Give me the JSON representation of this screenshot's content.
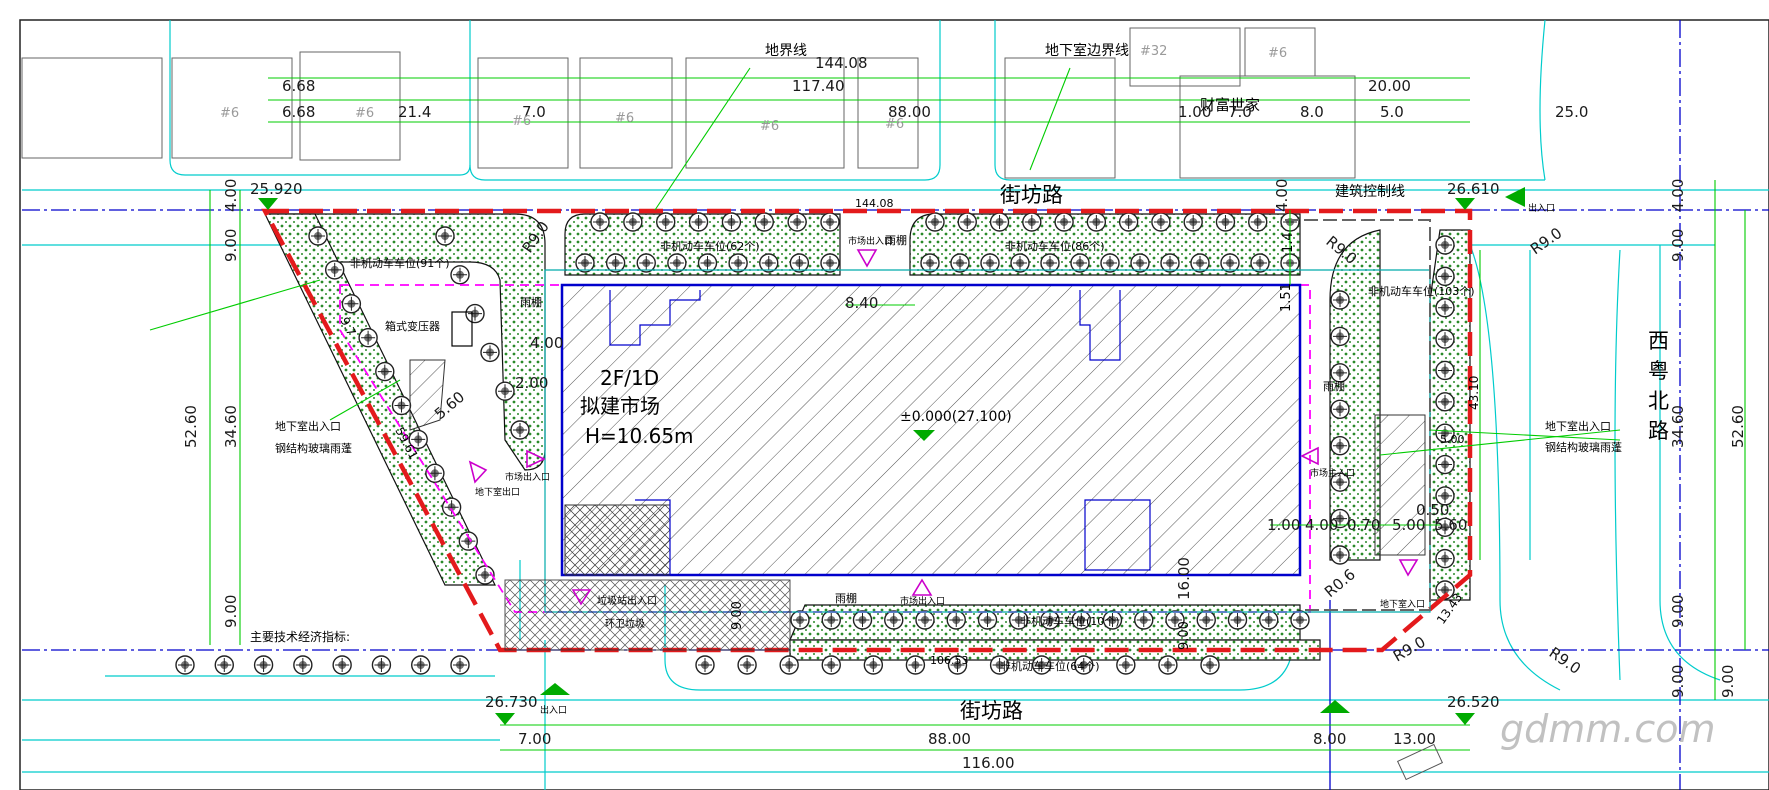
{
  "colors": {
    "site_boundary": "#e31a1c",
    "dimension": "#00cc00",
    "building_outline": "#0000cc",
    "control_line": "#ff00ff",
    "road_edge": "#00cccc",
    "elevation_marker": "#00aa00",
    "entrance_marker": "#cc00cc"
  },
  "roads": {
    "north": "街坊路",
    "south": "街坊路",
    "east": [
      "西",
      "粤",
      "北",
      "路"
    ]
  },
  "building": {
    "floors": "2F/1D",
    "name": "拟建市场",
    "height": "H=10.65m",
    "datum": "±0.000(27.100)"
  },
  "neighbor": "财富世家",
  "callouts": {
    "site_line": "地界线",
    "basement_line": "地下室边界线",
    "setback_line": "建筑控制线",
    "indicators": "主要技术经济指标:"
  },
  "parking": {
    "north_left": "非机动车车位(62个)",
    "north_right": "非机动车车位(86个)",
    "west": "非机动车车位(91个)",
    "east": "非机动车车位(103个)",
    "south_inner": "非机动车车位(10个)",
    "south_outer": "非机动车车位(64个)"
  },
  "labels": {
    "canopy_n": "雨棚",
    "canopy_w": "雨棚",
    "canopy_e": "雨棚",
    "canopy_s": "雨棚",
    "entry_n": "市场出入口",
    "entry_s": "市场出入口",
    "entry_w": "市场出入口",
    "entry_e": "市场主入口",
    "waste_entry": "垃圾站出入口",
    "waste_station": "环卫垃圾",
    "transformer": "箱式变压器",
    "basement_w": "地下室出入口",
    "canopy_glass_w": "钢结构玻璃雨蓬",
    "basement_e": "地下室出入口",
    "canopy_glass_e": "钢结构玻璃雨蓬",
    "basement_ramp_w": "地下室出口",
    "basement_ramp_e": "地下室入口",
    "gate_ne": "出入口",
    "gate_s": "出入口"
  },
  "elevations": {
    "nw": "25.920",
    "ne": "26.610",
    "sw": "26.730",
    "se": "26.520"
  },
  "dims": {
    "top_total": "144.08",
    "top_mid": "117.40",
    "top_span": "88.00",
    "top_right": "20.00",
    "top_r1": "1.00",
    "top_r2": "7.0",
    "top_r3": "8.0",
    "top_r4": "5.0",
    "top_r5": "25.0",
    "top_l1": "6.68",
    "top_l2": "6.68",
    "top_l3": "21.4",
    "top_l4": "7.0",
    "bldg_lbl": "#32",
    "boundary_n": "144.08",
    "boundary_s": "106.53",
    "left_a": "4.00",
    "left_b": "9.00",
    "left_c": "34.60",
    "left_d": "9.00",
    "left_total": "52.60",
    "right_a": "4.00",
    "right_b": "9.00",
    "right_c": "34.60",
    "right_d": "9.00",
    "right_e": "9.00",
    "right_total": "52.60",
    "n_setback": "4.00",
    "n_setback2": "1.4",
    "n_setback3": "1.51",
    "bot_a": "7.00",
    "bot_b": "88.00",
    "bot_c": "8.00",
    "bot_d": "13.00",
    "bot_total": "116.00",
    "canopy_w": "8.40",
    "w_a": "4.00",
    "w_b": "2.00",
    "w_c": "5.60",
    "w_diag": "59.61",
    "w_small": "9.7",
    "e_a": "1.00",
    "e_b": "4.00",
    "e_c": "0.70",
    "e_d": "5.00",
    "e_e": "5.60",
    "e_f": "0.50",
    "e_g": "5.00",
    "e_h": "43.10",
    "e_i": "13.43",
    "s_a": "16.00",
    "s_b": "9.00",
    "s_c": "9.00",
    "r_nw": "R9.0",
    "r_ne": "R9.0",
    "r_ne2": "R9.0",
    "r_se": "R9.0",
    "r_se2": "R9.0",
    "r_sm": "R0.6",
    "bldg_n1": "#6",
    "bldg_n2": "#6",
    "bldg_n3": "#6",
    "bldg_n4": "#6",
    "bldg_n5": "#6",
    "bldg_n6": "#6",
    "bldg_n7": "#6"
  },
  "watermark": "gdmm.com"
}
